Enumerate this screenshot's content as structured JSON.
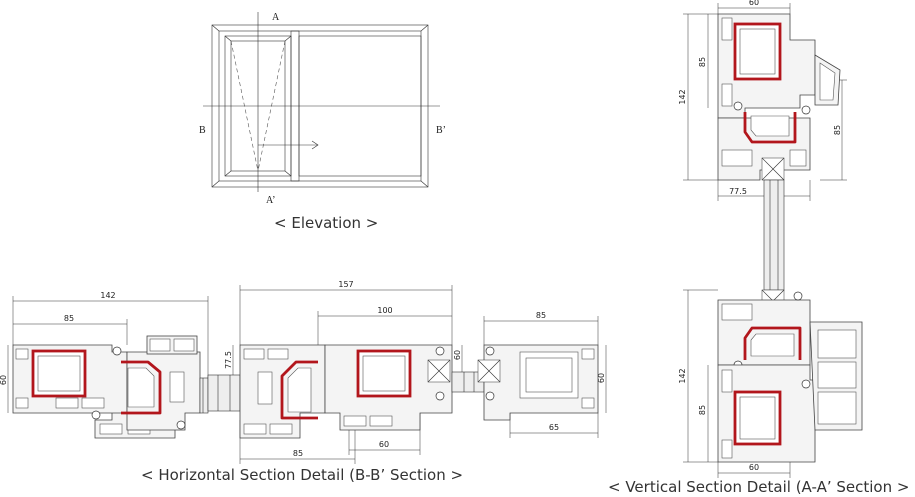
{
  "captions": {
    "elevation": "< Elevation >",
    "horizontal": "< Horizontal Section Detail (B-B’ Section >",
    "vertical": "< Vertical Section Detail (A-A’ Section >"
  },
  "section_marks": {
    "a_top": "A",
    "a_bottom": "A’",
    "b_left": "B",
    "b_right": "B’"
  },
  "horizontal_dims": {
    "d142": "142",
    "d85_left": "85",
    "d60_left": "60",
    "d157": "157",
    "d100": "100",
    "d77_5": "77.5",
    "d60_mid": "60",
    "d85_right_top": "85",
    "d60_right": "60",
    "d65": "65",
    "d60_bottom": "60",
    "d85_bottom": "85"
  },
  "vertical_dims": {
    "d60_top": "60",
    "d85_top": "85",
    "d142_top": "142",
    "d85_right": "85",
    "d77_5": "77.5",
    "d142_bottom": "142",
    "d85_bottom": "85",
    "d60_bottom": "60"
  },
  "colors": {
    "steel": "#b2161c",
    "line": "#333333"
  }
}
